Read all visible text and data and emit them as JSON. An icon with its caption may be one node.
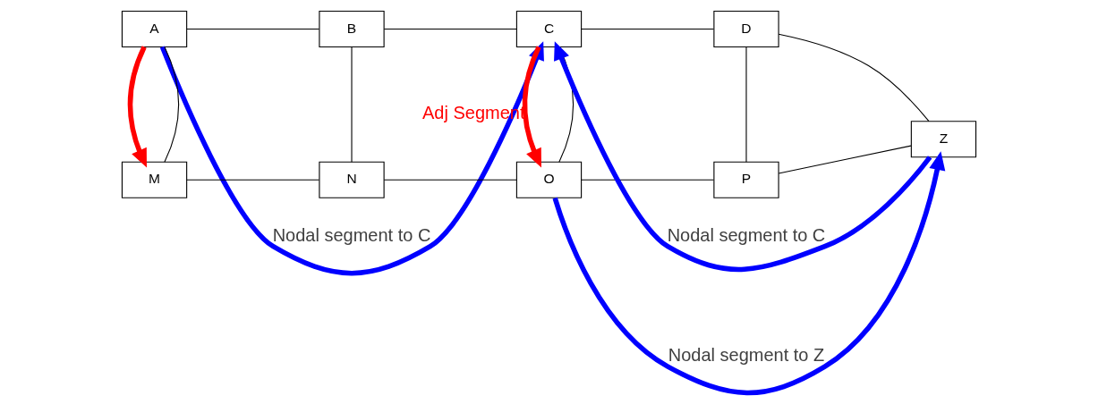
{
  "diagram": {
    "nodes": [
      {
        "text": [
          "A"
        ]
      },
      {
        "text": [
          "B"
        ]
      },
      {
        "text": [
          "C"
        ]
      },
      {
        "text": [
          "D"
        ]
      },
      {
        "text": [
          "M"
        ]
      },
      {
        "text": [
          "N"
        ]
      },
      {
        "text": [
          "O"
        ]
      },
      {
        "text": [
          "P"
        ]
      },
      {
        "text": [
          "Z"
        ]
      }
    ],
    "edges": [
      {
        "from": 0,
        "to": 1,
        "arrow": "none"
      },
      {
        "from": 1,
        "to": 2,
        "arrow": "none"
      },
      {
        "from": 2,
        "to": 3,
        "arrow": "none"
      },
      {
        "from": 0,
        "to": 4,
        "arrow": "none"
      },
      {
        "from": 1,
        "to": 5,
        "arrow": "none"
      },
      {
        "from": 2,
        "to": 6,
        "arrow": "none"
      },
      {
        "from": 3,
        "to": 7,
        "arrow": "none"
      },
      {
        "from": 4,
        "to": 5,
        "arrow": "none"
      },
      {
        "from": 5,
        "to": 6,
        "arrow": "none"
      },
      {
        "from": 6,
        "to": 7,
        "arrow": "none"
      },
      {
        "from": 3,
        "to": 8,
        "arrow": "none"
      },
      {
        "from": 7,
        "to": 8,
        "arrow": "none"
      },
      {
        "from": 0,
        "to": 2,
        "arrow": "to",
        "label": "Nodal segment to C",
        "style": "thick",
        "color": "#0000ff"
      },
      {
        "from": 8,
        "to": 2,
        "arrow": "to",
        "label": "Nodal segment to C",
        "style": "thick",
        "color": "#0000ff"
      },
      {
        "from": 0,
        "to": 4,
        "arrow": "to",
        "style": "thick",
        "color": "#ff0000"
      },
      {
        "from": 2,
        "to": 6,
        "arrow": "to",
        "label": "Adj Segment",
        "style": "thick",
        "color": "#ff0000"
      },
      {
        "from": 6,
        "to": 8,
        "arrow": "to",
        "label": "Nodal segment to Z",
        "style": "thick",
        "color": "#0000ff"
      }
    ]
  }
}
